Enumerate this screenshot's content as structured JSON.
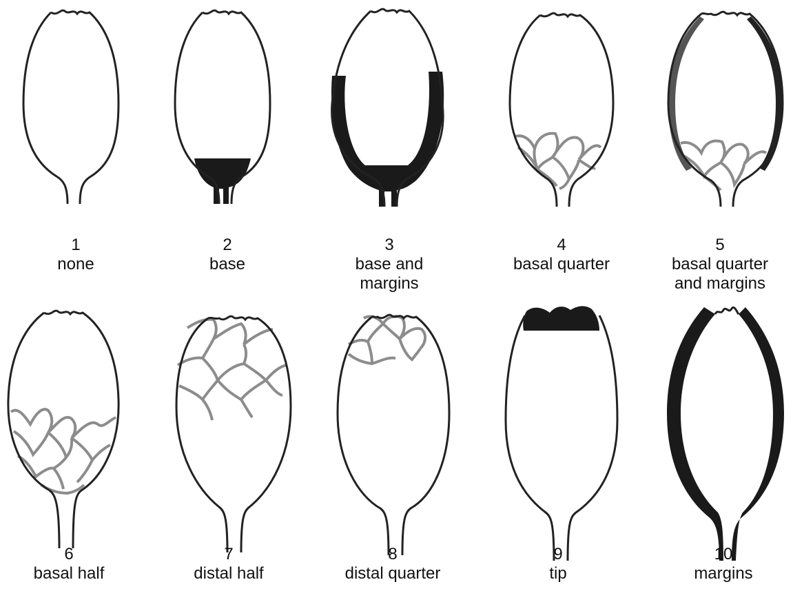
{
  "colors": {
    "outline": "#222222",
    "solid_fill": "#1a1a1a",
    "hatch": "#8c8c8c",
    "text": "#111111"
  },
  "items": [
    {
      "num": "1",
      "lines": [
        "none"
      ]
    },
    {
      "num": "2",
      "lines": [
        "base"
      ]
    },
    {
      "num": "3",
      "lines": [
        "base and",
        "margins"
      ]
    },
    {
      "num": "4",
      "lines": [
        "basal quarter"
      ]
    },
    {
      "num": "5",
      "lines": [
        "basal quarter",
        "and margins"
      ]
    },
    {
      "num": "6",
      "lines": [
        "basal half"
      ]
    },
    {
      "num": "7",
      "lines": [
        "distal half"
      ]
    },
    {
      "num": "8",
      "lines": [
        "distal quarter"
      ]
    },
    {
      "num": "9",
      "lines": [
        "tip"
      ]
    },
    {
      "num": "10",
      "lines": [
        "margins"
      ]
    }
  ]
}
